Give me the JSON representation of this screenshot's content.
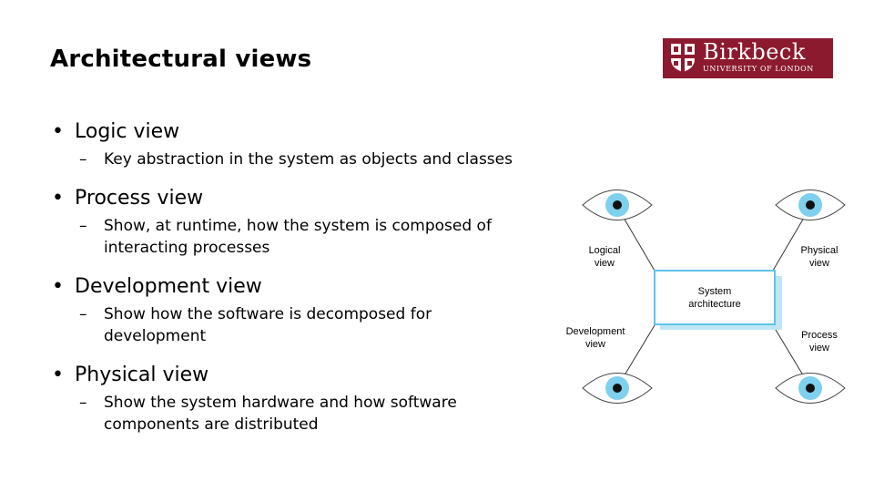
{
  "slide": {
    "title": "Architectural views"
  },
  "logo": {
    "name": "Birkbeck",
    "subtitle": "UNIVERSITY OF LONDON",
    "color": "#8c1a2e"
  },
  "bullets": [
    {
      "heading": "Logic view",
      "sub": [
        "Key abstraction in the system as objects and classes"
      ]
    },
    {
      "heading": "Process view",
      "sub": [
        "Show, at runtime, how the system is composed of",
        "interacting processes"
      ]
    },
    {
      "heading": "Development view",
      "sub": [
        "Show how the software is decomposed for",
        "development"
      ]
    },
    {
      "heading": "Physical view",
      "sub": [
        "Show the system hardware and how software",
        "components are distributed"
      ]
    }
  ],
  "diagram": {
    "center_label": [
      "System",
      "architecture"
    ],
    "views": {
      "logical": [
        "Logical",
        "view"
      ],
      "physical": [
        "Physical",
        "view"
      ],
      "development": [
        "Development",
        "view"
      ],
      "process": [
        "Process",
        "view"
      ]
    },
    "colors": {
      "box_fill": "#ffffff",
      "box_border": "#5ec4ea",
      "box_shadow": "#bfe6f5",
      "eye_iris": "#7fd0ee",
      "eye_pupil": "#111111"
    },
    "icons": [
      "eye-icon"
    ]
  }
}
